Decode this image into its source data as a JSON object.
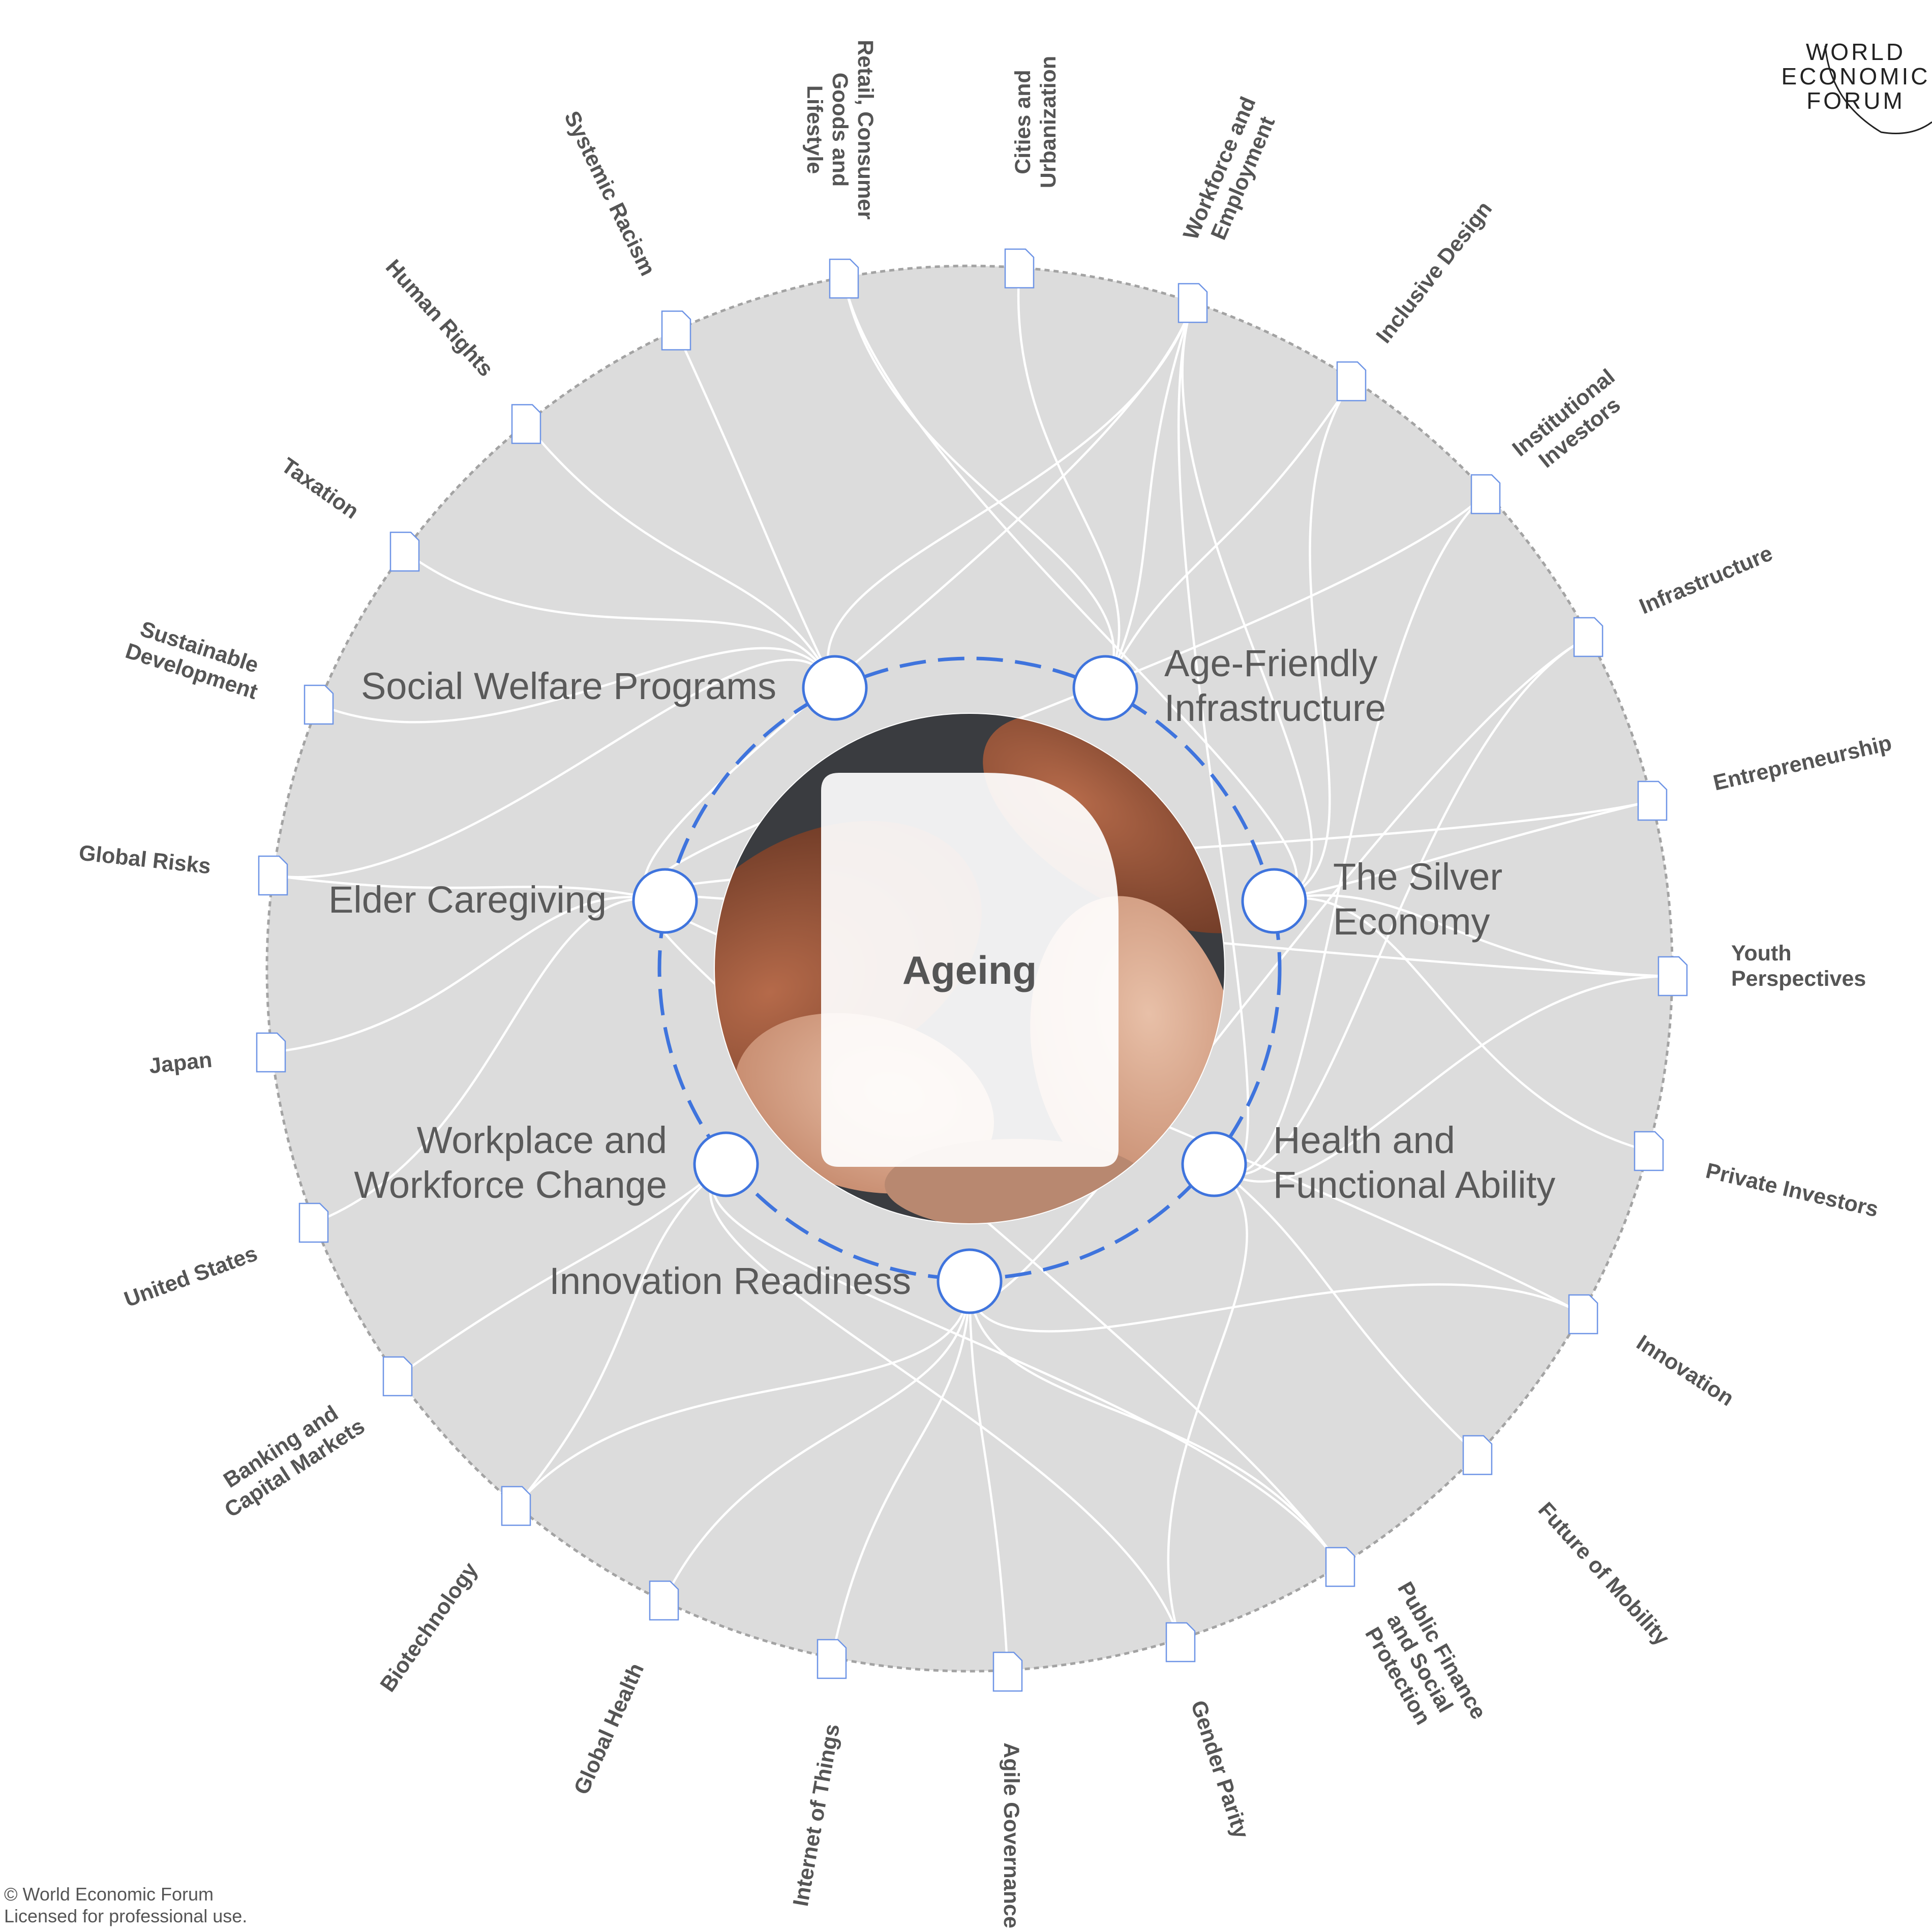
{
  "center": {
    "title": "Ageing"
  },
  "key_issues": [
    {
      "id": "k1",
      "label": "Social Welfare Programs",
      "lines": [
        "Social Welfare Programs"
      ]
    },
    {
      "id": "k2",
      "label": "Age-Friendly Infrastructure",
      "lines": [
        "Age-Friendly",
        "Infrastructure"
      ]
    },
    {
      "id": "k3",
      "label": "The Silver Economy",
      "lines": [
        "The Silver",
        "Economy"
      ]
    },
    {
      "id": "k4",
      "label": "Health and Functional Ability",
      "lines": [
        "Health and",
        "Functional Ability"
      ]
    },
    {
      "id": "k5",
      "label": "Innovation Readiness",
      "lines": [
        "Innovation Readiness"
      ]
    },
    {
      "id": "k6",
      "label": "Workplace and Workforce Change",
      "lines": [
        "Workplace and",
        "Workforce Change"
      ]
    },
    {
      "id": "k7",
      "label": "Elder Caregiving",
      "lines": [
        "Elder Caregiving"
      ]
    }
  ],
  "topics": [
    {
      "label": "Retail, Consumer Goods and Lifestyle",
      "lines": [
        "Retail, Consumer",
        "Goods and",
        "Lifestyle"
      ]
    },
    {
      "label": "Cities and Urbanization",
      "lines": [
        "Cities and",
        "Urbanization"
      ]
    },
    {
      "label": "Workforce and Employment",
      "lines": [
        "Workforce and",
        "Employment"
      ]
    },
    {
      "label": "Inclusive Design",
      "lines": [
        "Inclusive Design"
      ]
    },
    {
      "label": "Institutional Investors",
      "lines": [
        "Institutional",
        "Investors"
      ]
    },
    {
      "label": "Infrastructure",
      "lines": [
        "Infrastructure"
      ]
    },
    {
      "label": "Entrepreneurship",
      "lines": [
        "Entrepreneurship"
      ]
    },
    {
      "label": "Youth Perspectives",
      "lines": [
        "Youth",
        "Perspectives"
      ]
    },
    {
      "label": "Private Investors",
      "lines": [
        "Private Investors"
      ]
    },
    {
      "label": "Innovation",
      "lines": [
        "Innovation"
      ]
    },
    {
      "label": "Future of Mobility",
      "lines": [
        "Future of Mobility"
      ]
    },
    {
      "label": "Public Finance and Social Protection",
      "lines": [
        "Public Finance",
        "and Social",
        "Protection"
      ]
    },
    {
      "label": "Gender Parity",
      "lines": [
        "Gender Parity"
      ]
    },
    {
      "label": "Agile Governance",
      "lines": [
        "Agile Governance"
      ]
    },
    {
      "label": "Internet of Things",
      "lines": [
        "Internet of Things"
      ]
    },
    {
      "label": "Global Health",
      "lines": [
        "Global Health"
      ]
    },
    {
      "label": "Biotechnology",
      "lines": [
        "Biotechnology"
      ]
    },
    {
      "label": "Banking and Capital Markets",
      "lines": [
        "Banking and",
        "Capital Markets"
      ]
    },
    {
      "label": "United States",
      "lines": [
        "United States"
      ]
    },
    {
      "label": "Japan",
      "lines": [
        "Japan"
      ]
    },
    {
      "label": "Global Risks",
      "lines": [
        "Global Risks"
      ]
    },
    {
      "label": "Sustainable Development",
      "lines": [
        "Sustainable",
        "Development"
      ]
    },
    {
      "label": "Taxation",
      "lines": [
        "Taxation"
      ]
    },
    {
      "label": "Human Rights",
      "lines": [
        "Human Rights"
      ]
    },
    {
      "label": "Systemic Racism",
      "lines": [
        "Systemic Racism"
      ]
    }
  ],
  "logo": {
    "line1": "WORLD",
    "line2": "ECONOMIC",
    "line3": "FORUM"
  },
  "footer": {
    "line1": "© World Economic Forum",
    "line2": "Licensed for professional use."
  },
  "colors": {
    "accent": "#3f74dd",
    "disc": "#dcdcdc",
    "link": "#ffffff",
    "text": "#555555"
  }
}
